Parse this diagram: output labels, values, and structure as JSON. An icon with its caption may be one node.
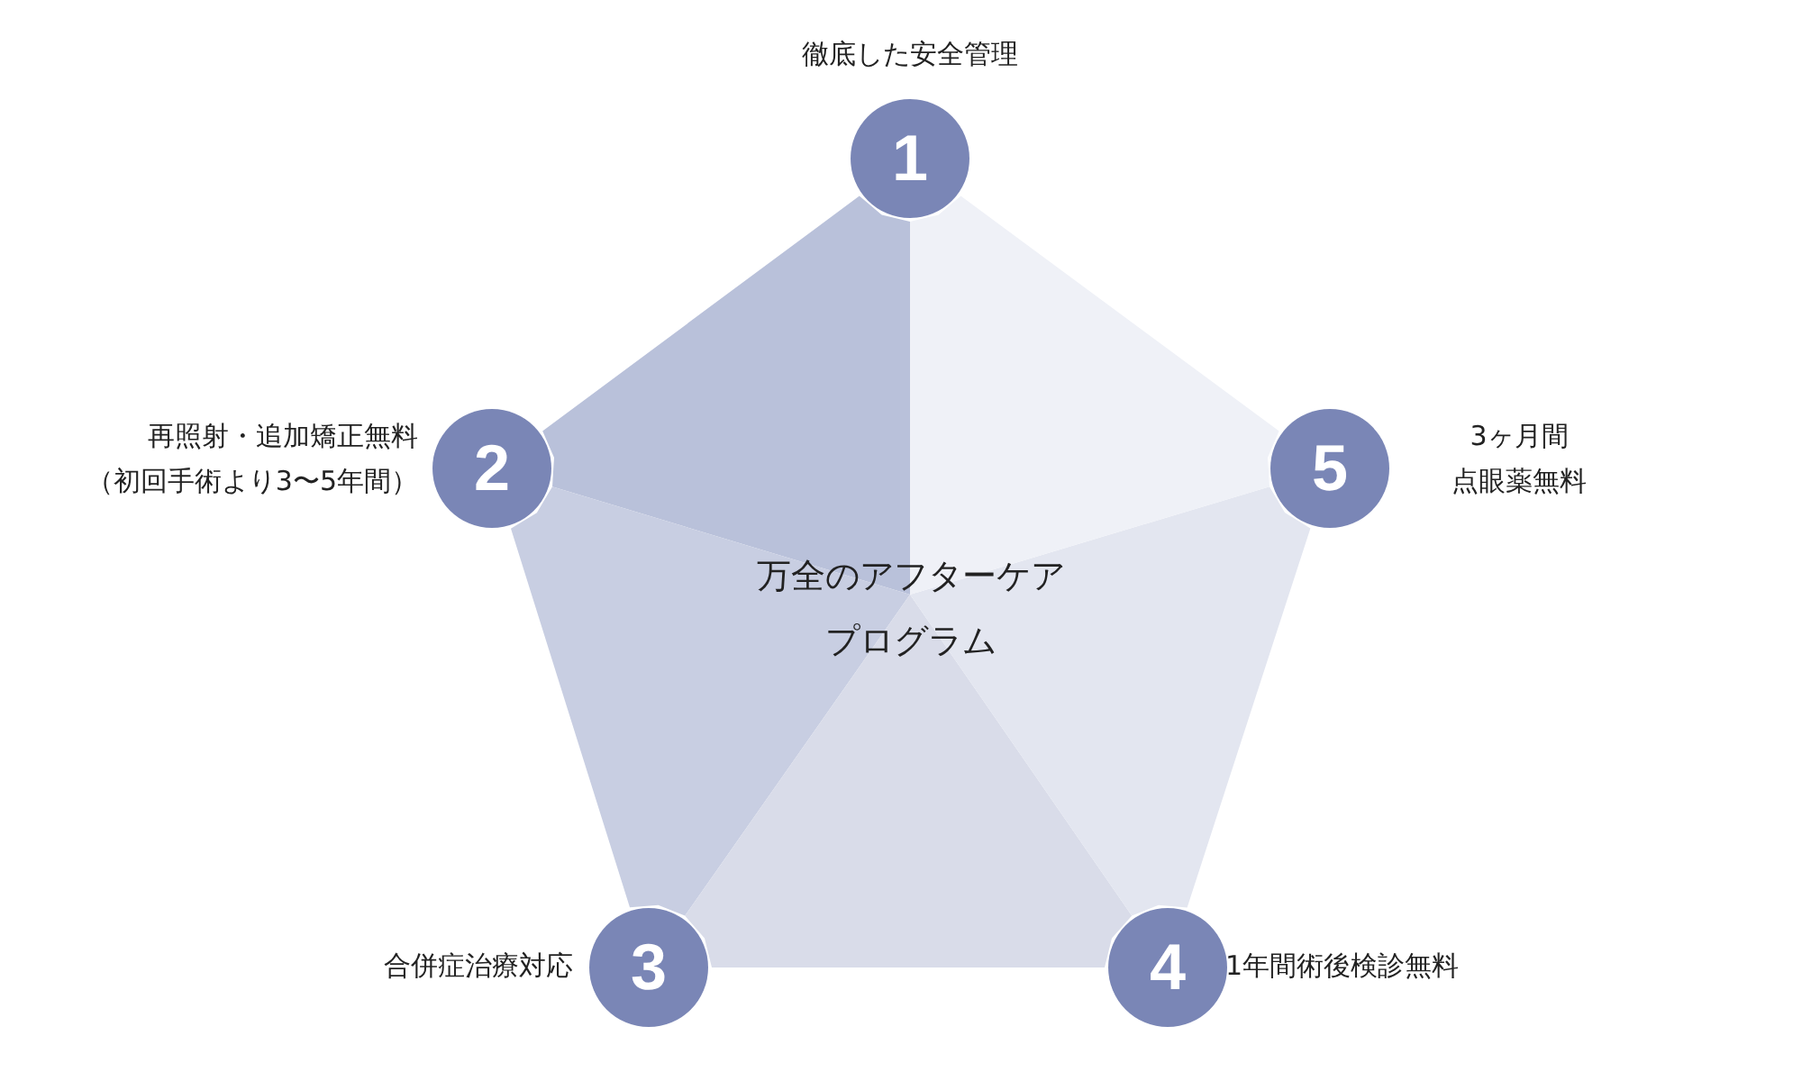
{
  "diagram": {
    "nodes": [
      {
        "text": [
          "万全のアフターケアプログラム"
        ]
      },
      {
        "text": [
          "1"
        ],
        "beside": [
          "徹底した安全管理"
        ]
      },
      {
        "text": [
          "2"
        ],
        "beside": [
          "再照射・追加矯正無料",
          "（初回手術より3〜5年間）"
        ]
      },
      {
        "text": [
          "3"
        ],
        "beside": [
          "合併症治療対応"
        ]
      },
      {
        "text": [
          "4"
        ],
        "beside": [
          "1年間術後検診無料"
        ]
      },
      {
        "text": [
          "5"
        ],
        "beside": [
          "3ヶ月間",
          "点眼薬無料"
        ]
      }
    ]
  }
}
